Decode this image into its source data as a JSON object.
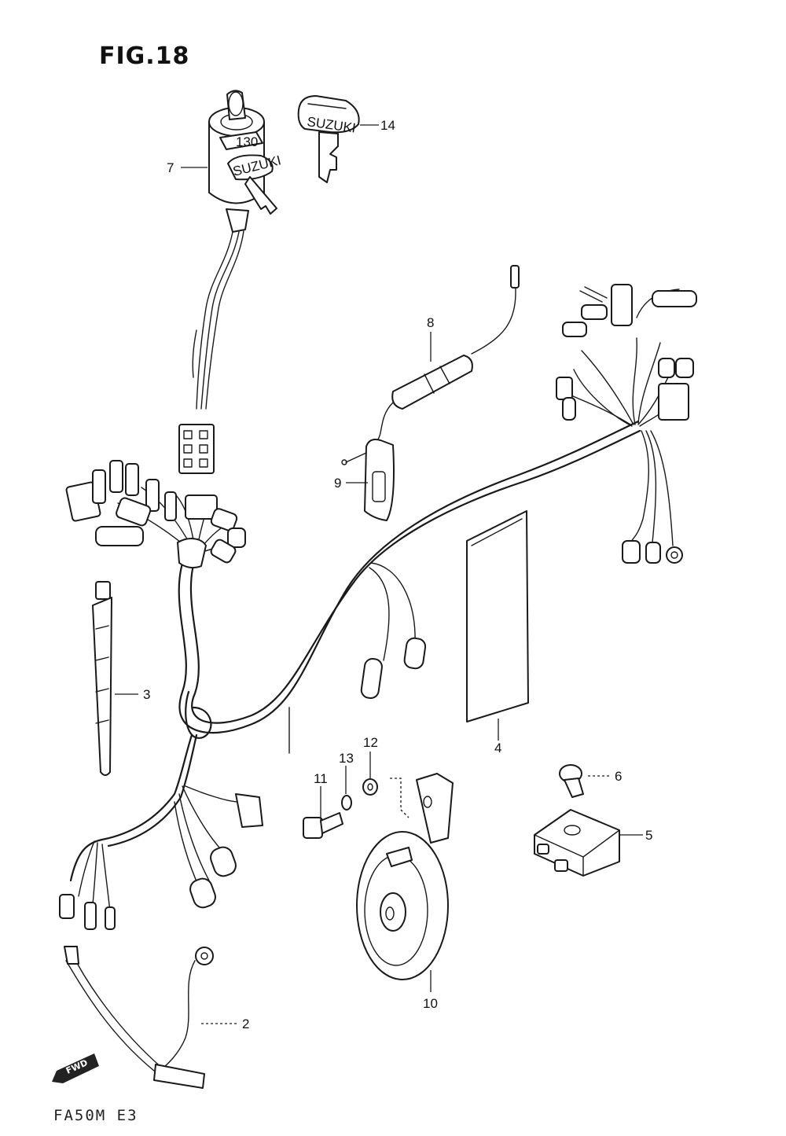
{
  "figure": {
    "title": "FIG.18",
    "footer": "FA50M E3"
  },
  "callouts": {
    "p2": "2",
    "p3": "3",
    "p4": "4",
    "p5": "5",
    "p6": "6",
    "p7": "7",
    "p8": "8",
    "p9": "9",
    "p10": "10",
    "p11": "11",
    "p12": "12",
    "p13": "13",
    "p14": "14"
  },
  "key_brand": "SUZUKI",
  "ignition_marking": "130",
  "ground_tag": "FWD"
}
